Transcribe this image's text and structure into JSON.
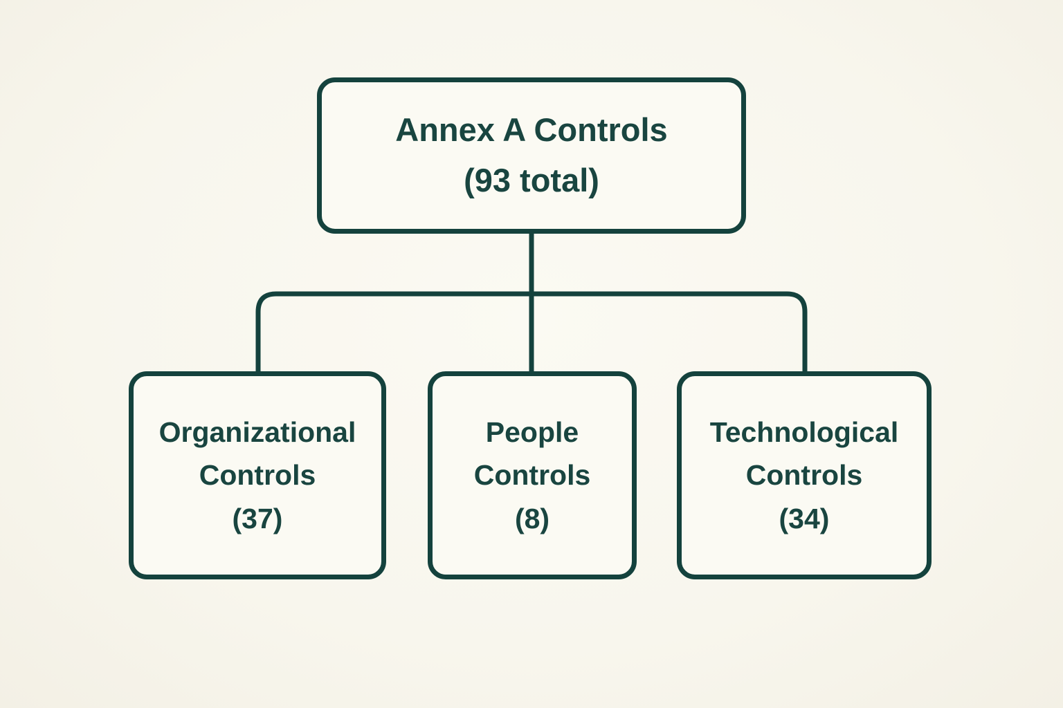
{
  "page": {
    "background_color": "#f8f6ed",
    "accent_color": "#14423d"
  },
  "diagram": {
    "type": "hierarchy",
    "root": {
      "name": "Annex A Controls",
      "count": "(93 total)"
    },
    "children": [
      {
        "name": "Organizational Controls",
        "count": "(37)"
      },
      {
        "name": "People Controls",
        "count": "(8)"
      },
      {
        "name": "Technological Controls",
        "count": "(34)"
      }
    ]
  }
}
